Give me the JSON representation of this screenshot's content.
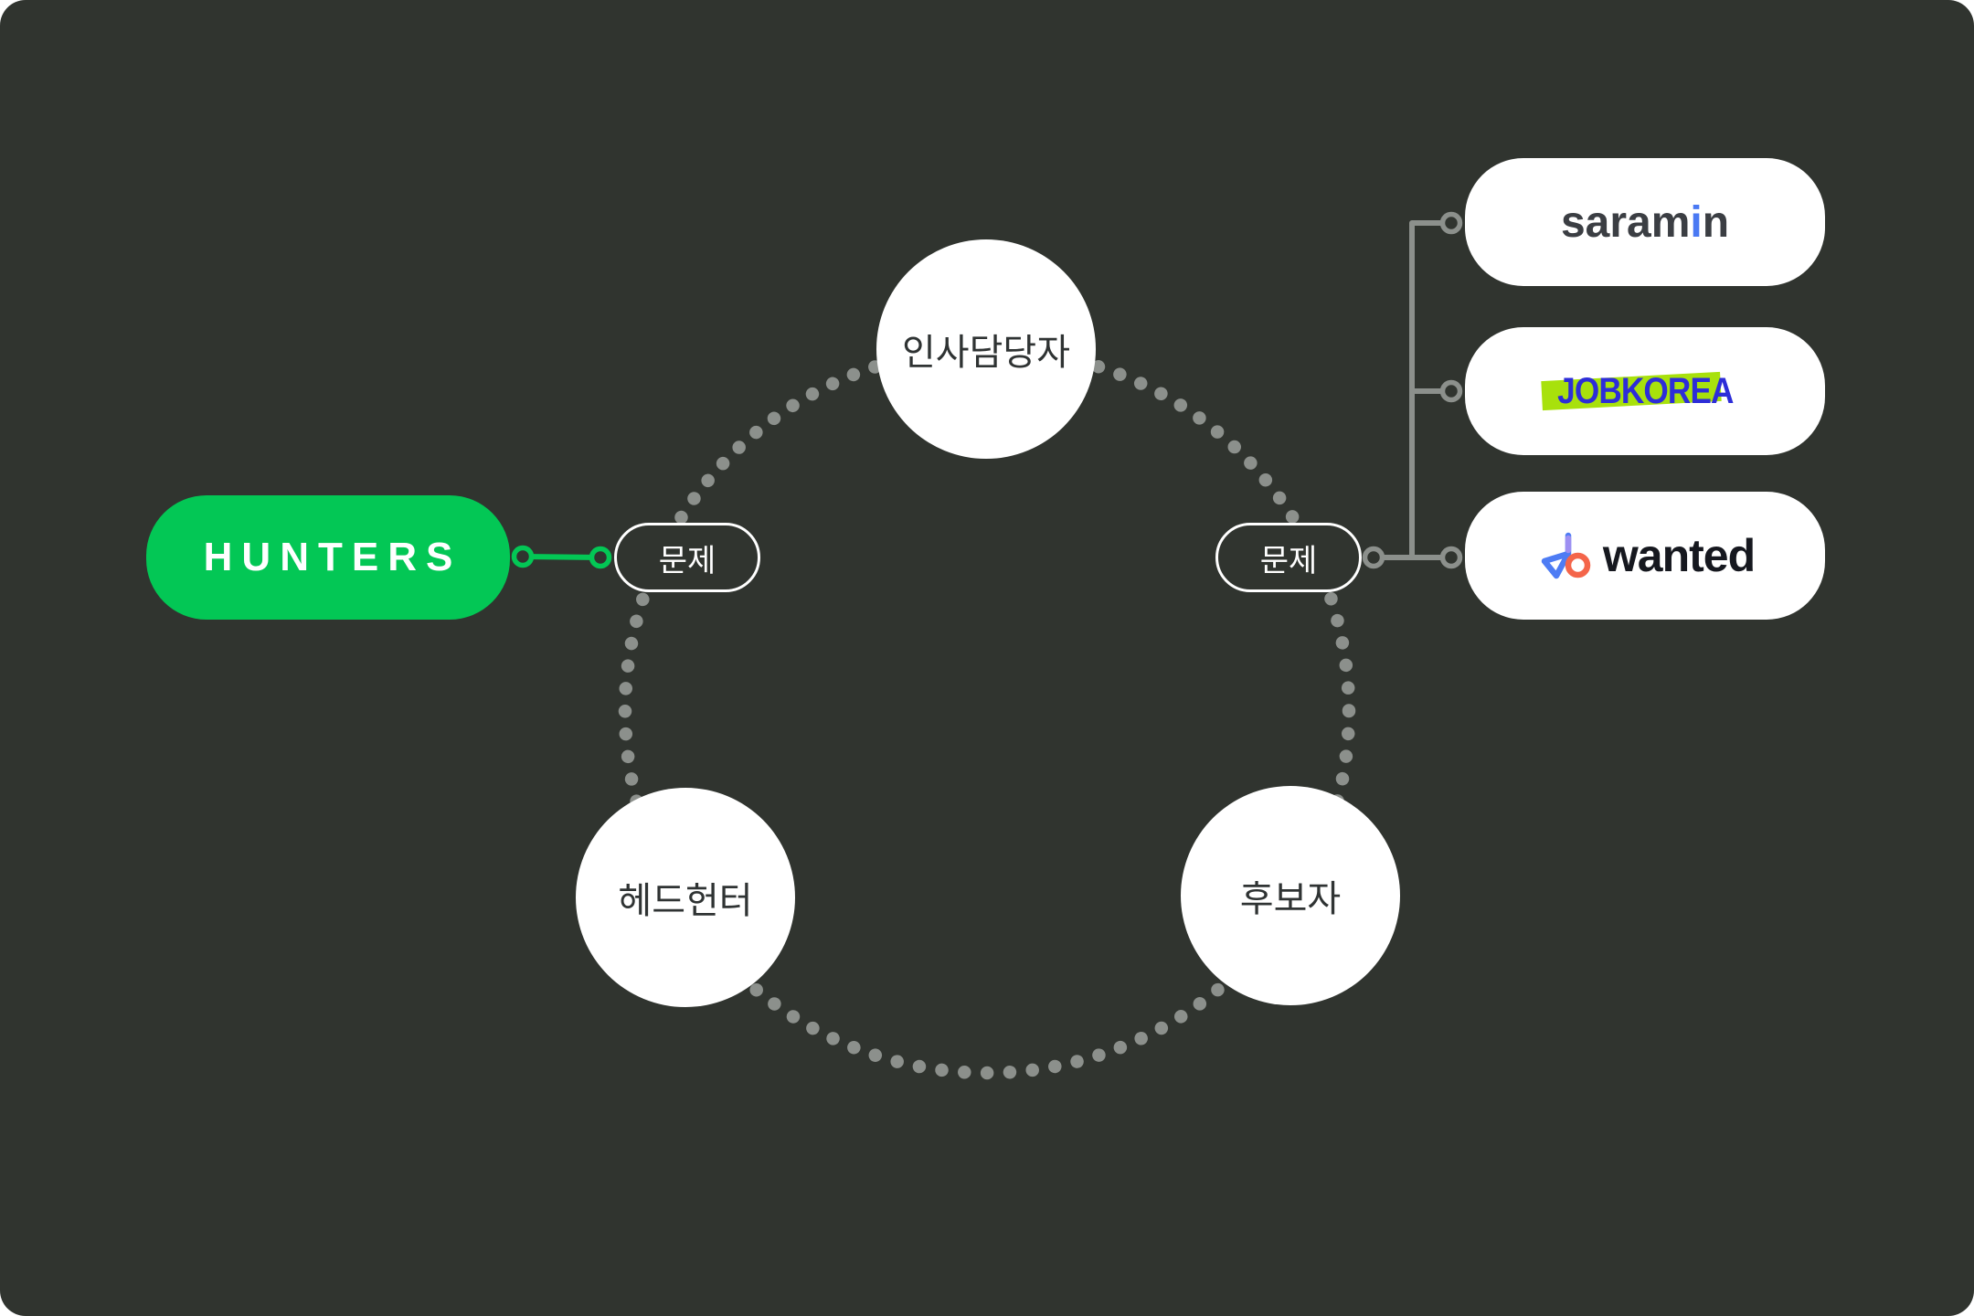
{
  "colors": {
    "page-bg": "#ffffff",
    "panel-bg": "#30342F",
    "accent-green": "#03C755",
    "connector-gray": "#8C908C",
    "node-bg": "#ffffff",
    "node-text": "#2F3333",
    "pill-border": "#ffffff",
    "pill-text": "#ffffff",
    "hunters-text": "#ffffff",
    "saramin-dark": "#3B3E43",
    "saramin-blue": "#4A79F3",
    "jobkorea-blue": "#2D2DD8",
    "jobkorea-lime": "#A8E10C",
    "wanted-text": "#16181F",
    "wanted-blue": "#4E7CF4",
    "wanted-lavender": "#9D8FF2",
    "wanted-orange": "#F4654A"
  },
  "hunters": {
    "label": "HUNTERS"
  },
  "pills": {
    "left": "문제",
    "right": "문제"
  },
  "nodes": [
    {
      "id": "hr-manager",
      "label": "인사담당자"
    },
    {
      "id": "headhunter",
      "label": "헤드헌터"
    },
    {
      "id": "candidate",
      "label": "후보자"
    }
  ],
  "cards": [
    {
      "id": "saramin",
      "logo_prefix": "saram",
      "logo_accent": "i",
      "logo_suffix": "n"
    },
    {
      "id": "jobkorea",
      "logo_text": "JOBKOREA"
    },
    {
      "id": "wanted",
      "logo_text": "wanted"
    }
  ]
}
